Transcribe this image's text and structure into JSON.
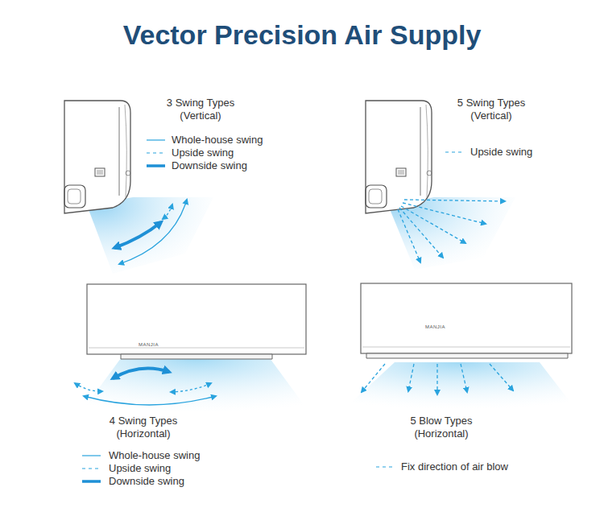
{
  "diagram": {
    "title": "Vector Precision Air Supply",
    "labels": [
      "3 Swing Types (Vertical)",
      "5 Swing Types (Vertical)",
      "4 Swing Types (Horizontal)",
      "5 Blow Types (Horizontal)",
      "MANJIA",
      "MANJIA"
    ],
    "legend": [
      {
        "text": "Whole-house swing"
      },
      {
        "text": "Upside swing"
      },
      {
        "text": "Downside swing"
      },
      {
        "text": "Upside swing"
      },
      {
        "text": "Whole-house swing"
      },
      {
        "text": "Upside swing"
      },
      {
        "text": "Downside swing"
      },
      {
        "text": "Fix direction of air blow"
      }
    ]
  }
}
